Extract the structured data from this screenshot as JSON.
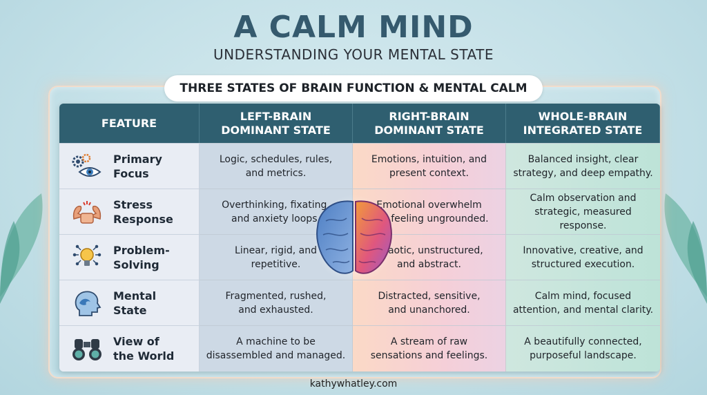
{
  "title": "A CALM MIND",
  "subtitle": "UNDERSTANDING YOUR MENTAL STATE",
  "banner": "THREE STATES OF BRAIN FUNCTION & MENTAL CALM",
  "headers": [
    "FEATURE",
    "LEFT-BRAIN\nDOMINANT STATE",
    "RIGHT-BRAIN\nDOMINANT STATE",
    "WHOLE-BRAIN\nINTEGRATED STATE"
  ],
  "rows": [
    {
      "feature": "Primary\nFocus",
      "icon": "gears-eye-icon",
      "left": "Logic, schedules, rules,\nand metrics.",
      "right": "Emotions, intuition, and\npresent context.",
      "whole": "Balanced insight, clear\nstrategy, and deep empathy."
    },
    {
      "feature": "Stress\nResponse",
      "icon": "flexed-muscles-icon",
      "left": "Overthinking, fixating,\nand anxiety loops.",
      "right": "Emotional overwhelm\nand feeling ungrounded.",
      "whole": "Calm observation and\nstrategic, measured response."
    },
    {
      "feature": "Problem-\nSolving",
      "icon": "lightbulb-icon",
      "left": "Linear, rigid, and\nrepetitive.",
      "right": "Chaotic, unstructured,\nand abstract.",
      "whole": "Innovative, creative, and\nstructured execution."
    },
    {
      "feature": "Mental\nState",
      "icon": "head-wave-icon",
      "left": "Fragmented, rushed,\nand exhausted.",
      "right": "Distracted, sensitive,\nand unanchored.",
      "whole": "Calm mind, focused\nattention, and mental clarity."
    },
    {
      "feature": "View of\nthe World",
      "icon": "binoculars-icon",
      "left": "A machine to be\ndisassembled and managed.",
      "right": "A stream of raw\nsensations and feelings.",
      "whole": "A beautifully connected,\npurposeful landscape."
    }
  ],
  "footer": "kathywhatley.com",
  "colors": {
    "header_bg": "#2f5f70",
    "title": "#355a6e",
    "left_col": "#cdd9e5",
    "right_col": "#f5cfd8",
    "whole_col": "#bde3d8"
  }
}
